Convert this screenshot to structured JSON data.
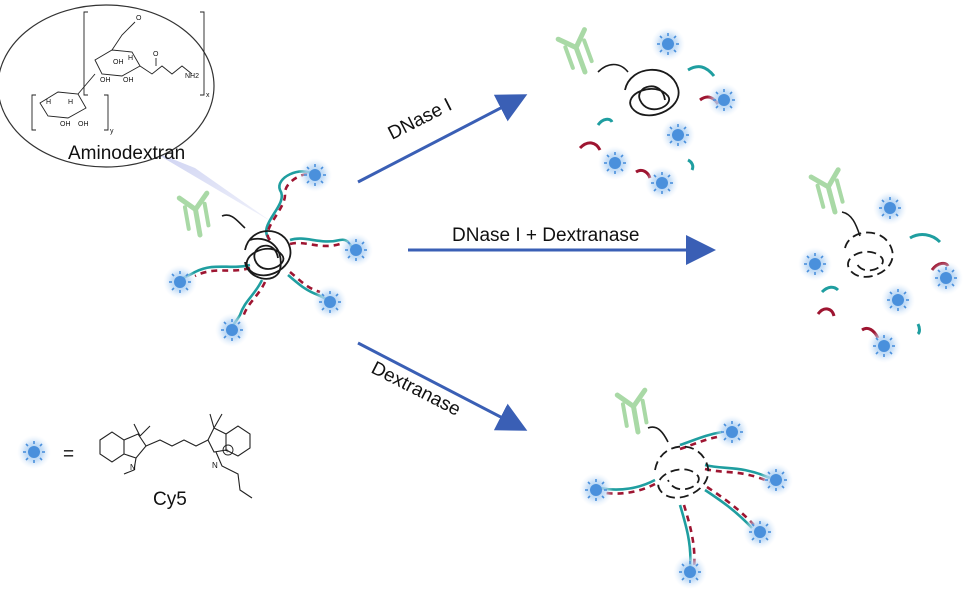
{
  "labels": {
    "aminodextran": "Aminodextran",
    "arrow_dnase": "DNase I",
    "arrow_both": "DNase I + Dextranase",
    "arrow_dextranase": "Dextranase",
    "legend_equals": "=",
    "cy5": "Cy5"
  },
  "structure_text": {
    "oh": "OH",
    "h": "H",
    "o": "O",
    "nh2": "NH2",
    "n": "N",
    "plus": "+",
    "x": "x",
    "y": "y"
  },
  "colors": {
    "strand_teal": "#1f9ea0",
    "strand_red": "#9e1531",
    "antibody_green": "#a9d9a6",
    "arrow_blue": "#3a5fb5",
    "dye_core": "#5b9fe0",
    "dye_glow": "#bcd8f5",
    "callout_fill": "#d7dbf4",
    "ink": "#1a1a1a"
  },
  "icons": [
    "cy5-dye-icon",
    "antibody-icon",
    "dna-strand-icon",
    "dextran-tangle-icon",
    "arrow-icon"
  ]
}
